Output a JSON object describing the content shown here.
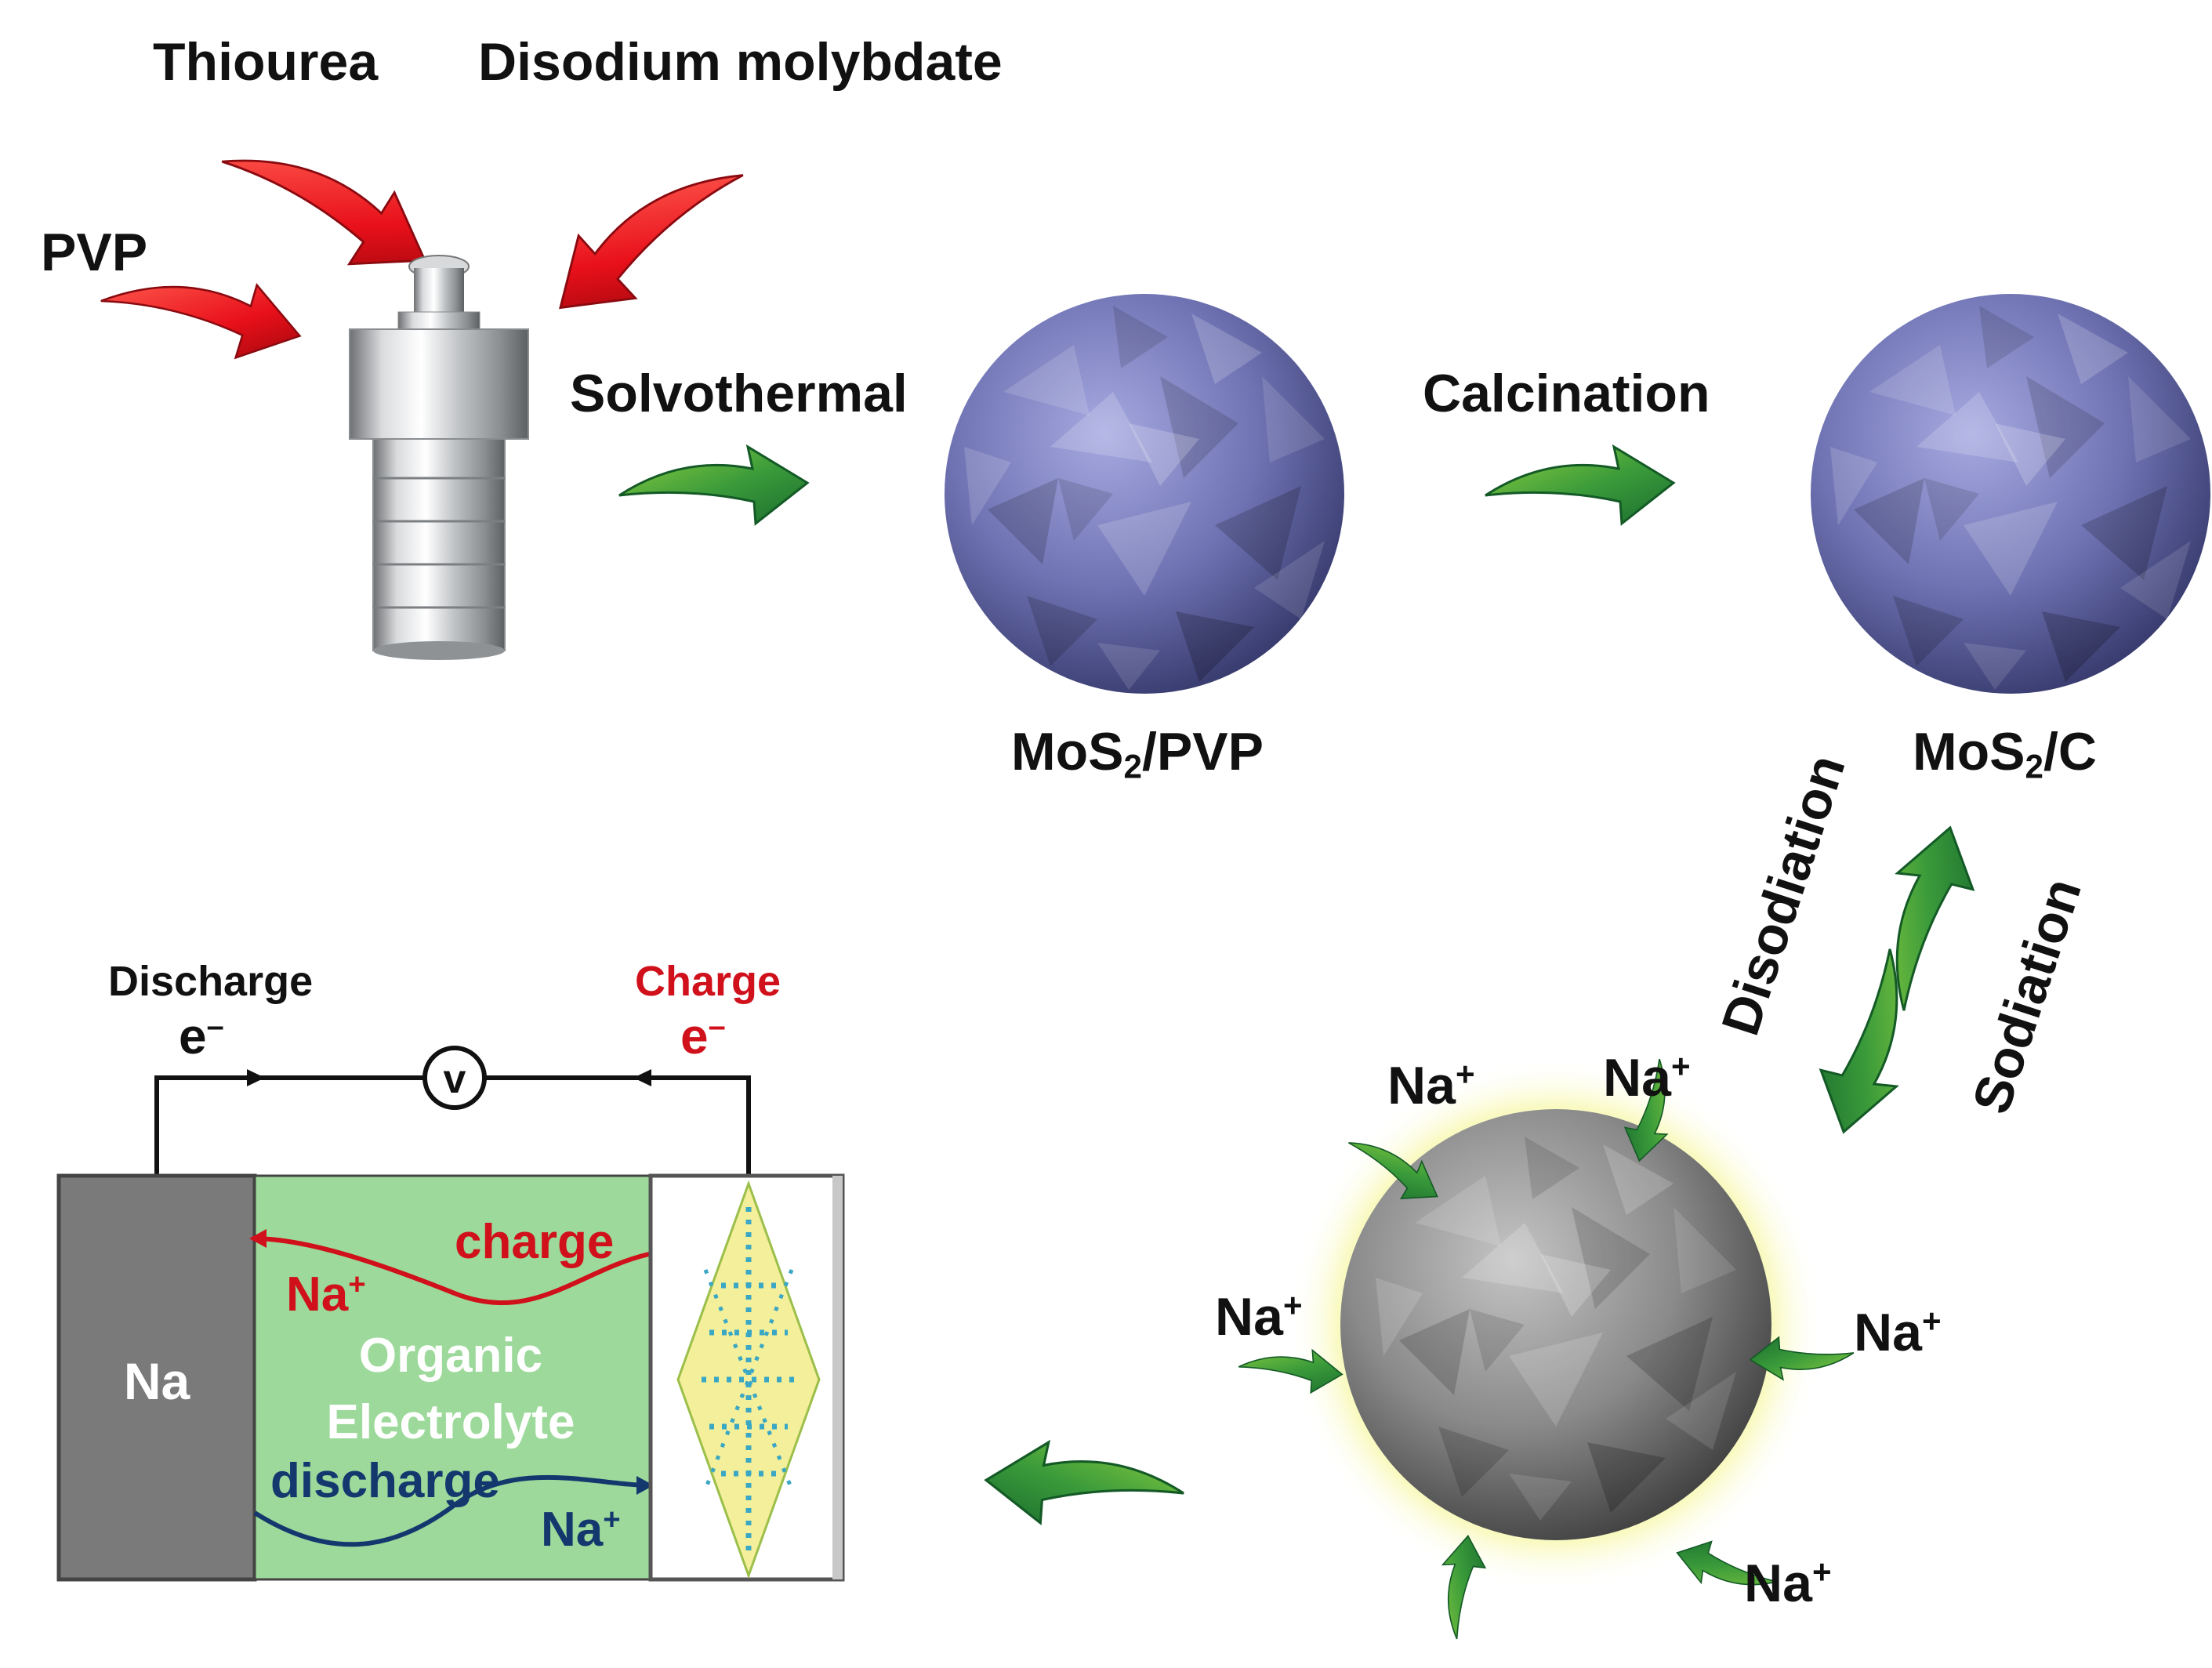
{
  "reagents": {
    "thiourea": "Thiourea",
    "disodium_molybdate": "Disodium molybdate",
    "pvp": "PVP"
  },
  "steps": {
    "solvothermal": "Solvothermal",
    "calcination": "Calcination",
    "disodiation": "Disodiation",
    "sodiation": "Sodiation"
  },
  "products": {
    "mos2_pvp": {
      "base": "MoS",
      "sub": "2",
      "tail": "/PVP"
    },
    "mos2_c": {
      "base": "MoS",
      "sub": "2",
      "tail": "/C"
    }
  },
  "sodium_ion": {
    "symbol": "Na",
    "charge": "+"
  },
  "cell": {
    "anode_label": "Na",
    "electrolyte_line1": "Organic",
    "electrolyte_line2": "Electrolyte",
    "charge_flow": "charge",
    "discharge_flow": "discharge",
    "voltmeter": "v",
    "discharge_label": "Discharge",
    "charge_label": "Charge",
    "electron": "e",
    "electron_charge": "–"
  },
  "colors": {
    "reagent_arrow": "#e8101a",
    "process_arrow_dark": "#1a6e2e",
    "process_arrow_light": "#8fd13f",
    "mos2_sphere": "#6f73b3",
    "sodiated_sphere": "#8a8a8a",
    "glow": "#f4f58a",
    "electrolyte": "#9cd99a",
    "anode": "#7a7a7a",
    "charge_red": "#d0101a",
    "discharge_blue": "#14386e"
  },
  "icons": {
    "autoclave": "autoclave-reactor-icon",
    "reagent_arrow": "red-curved-arrow-icon",
    "process_arrow": "green-curved-arrow-icon",
    "crystal": "mos2-crystal-lattice-icon"
  }
}
